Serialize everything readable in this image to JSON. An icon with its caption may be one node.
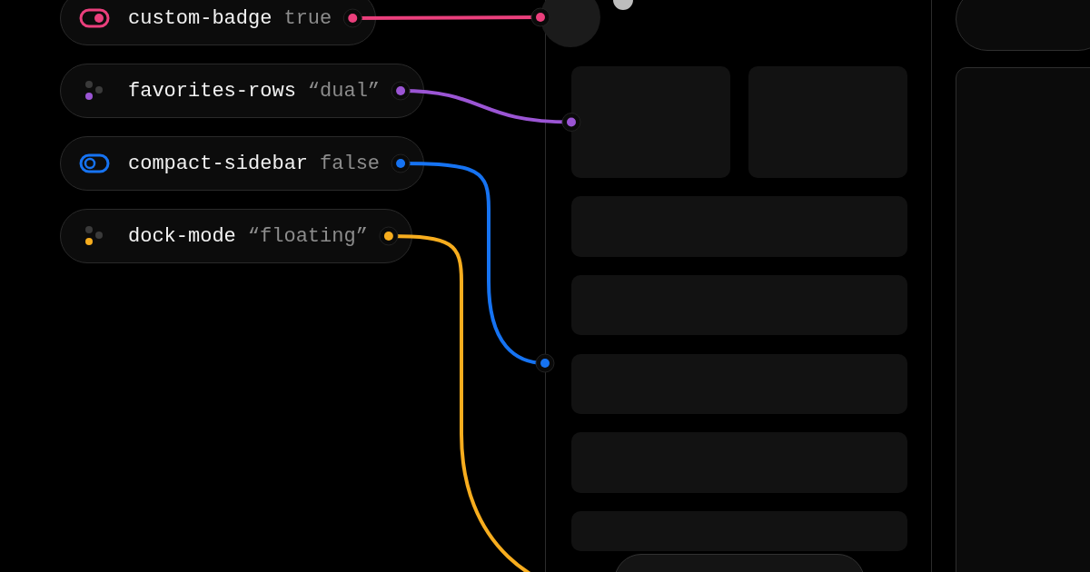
{
  "diagram": {
    "nodes": [
      {
        "text": [
          "custom-badge",
          "true"
        ]
      },
      {
        "text": [
          "favorites-rows",
          "“dual”"
        ]
      },
      {
        "text": [
          "compact-sidebar",
          "false"
        ]
      },
      {
        "text": [
          "dock-mode",
          "“floating”"
        ]
      },
      {
        "text": [],
        "shape": "box"
      },
      {
        "text": [],
        "shape": "circle",
        "in": 4
      },
      {
        "text": [],
        "shape": "box",
        "in": 4
      },
      {
        "text": [],
        "shape": "box",
        "in": 4
      },
      {
        "text": [],
        "shape": "box",
        "in": 4
      },
      {
        "text": [],
        "shape": "box",
        "in": 4
      },
      {
        "text": [],
        "shape": "box",
        "in": 4
      },
      {
        "text": [],
        "shape": "box",
        "in": 4
      },
      {
        "text": [],
        "shape": "box",
        "in": 4
      },
      {
        "text": [],
        "shape": "box",
        "in": 4
      },
      {
        "text": [],
        "shape": "box"
      },
      {
        "text": [],
        "shape": "box"
      }
    ],
    "edges": [
      {
        "from": 0,
        "to": 5,
        "arrow": "other",
        "color": "#ea3f7c"
      },
      {
        "from": 1,
        "to": 6,
        "arrow": "other",
        "color": "#9b55d4"
      },
      {
        "from": 2,
        "to": 4,
        "arrow": "other",
        "color": "#1673f2"
      },
      {
        "from": 3,
        "to": 13,
        "arrow": "other",
        "color": "#f7ad1e"
      }
    ]
  }
}
